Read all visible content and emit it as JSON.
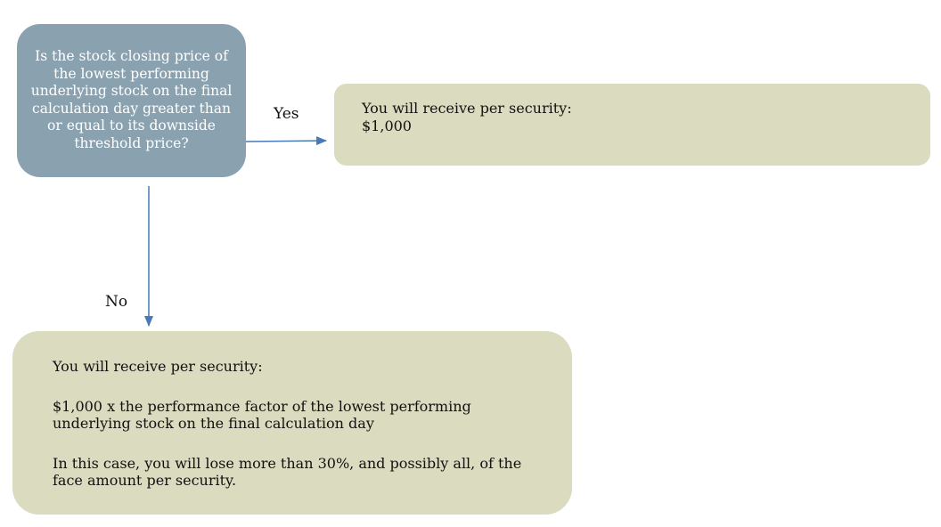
{
  "question": {
    "text": "Is the stock closing price of the lowest performing underlying stock on the final calculation day greater than or equal to its downside threshold price?"
  },
  "yes_branch": {
    "label": "Yes",
    "heading": "You will receive per security:",
    "amount": "$1,000"
  },
  "no_branch": {
    "label": "No",
    "heading": "You will receive per security:",
    "formula": "$1,000 x the performance factor of the lowest performing underlying stock on the final calculation day",
    "loss_note": "In this case, you will lose more than 30%, and possibly all, of the face amount per security."
  },
  "colors": {
    "question_fill": "#8aa1b0",
    "outcome_fill": "#dbdbc0",
    "arrow": "#4a7ab5"
  }
}
